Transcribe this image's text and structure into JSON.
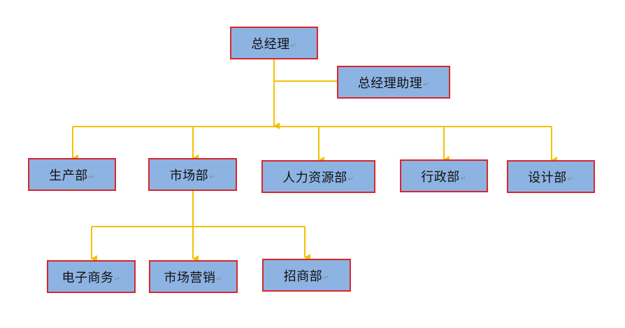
{
  "colors": {
    "box_fill": "#8db3e2",
    "box_border": "#d8262c",
    "connector": "#f5c000"
  },
  "paragraph_mark": "↵",
  "nodes": {
    "ceo": "总经理",
    "ceo_assistant": "总经理助理",
    "production": "生产部",
    "marketing": "市场部",
    "hr": "人力资源部",
    "admin": "行政部",
    "design": "设计部",
    "ecommerce": "电子商务",
    "market_sales": "市场营销",
    "investment": "招商部"
  }
}
